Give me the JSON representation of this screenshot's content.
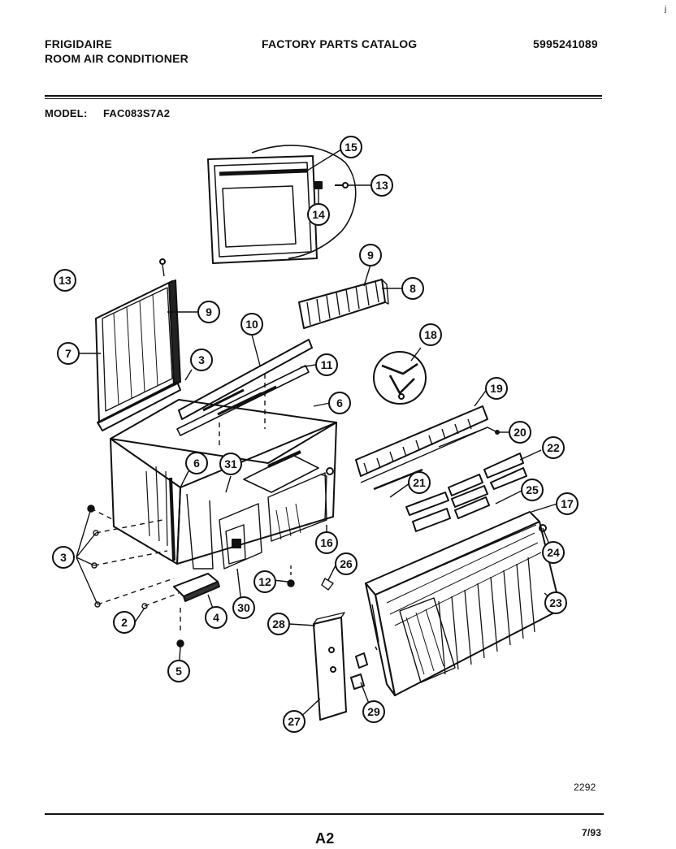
{
  "header": {
    "brand": "FRIGIDAIRE",
    "product": "ROOM AIR CONDITIONER",
    "catalog_title": "FACTORY PARTS CATALOG",
    "catalog_number": "5995241089",
    "model_label": "MODEL:",
    "model_value": "FAC083S7A2",
    "corner_mark": "j"
  },
  "callouts": [
    "15",
    "13",
    "14",
    "9",
    "8",
    "13",
    "9",
    "7",
    "10",
    "3",
    "11",
    "18",
    "6",
    "19",
    "20",
    "6",
    "31",
    "22",
    "21",
    "25",
    "17",
    "3",
    "16",
    "24",
    "26",
    "12",
    "2",
    "30",
    "4",
    "23",
    "28",
    "5",
    "27",
    "29"
  ],
  "footer": {
    "drawing_code": "2292",
    "page_label": "A2",
    "date": "7/93"
  }
}
